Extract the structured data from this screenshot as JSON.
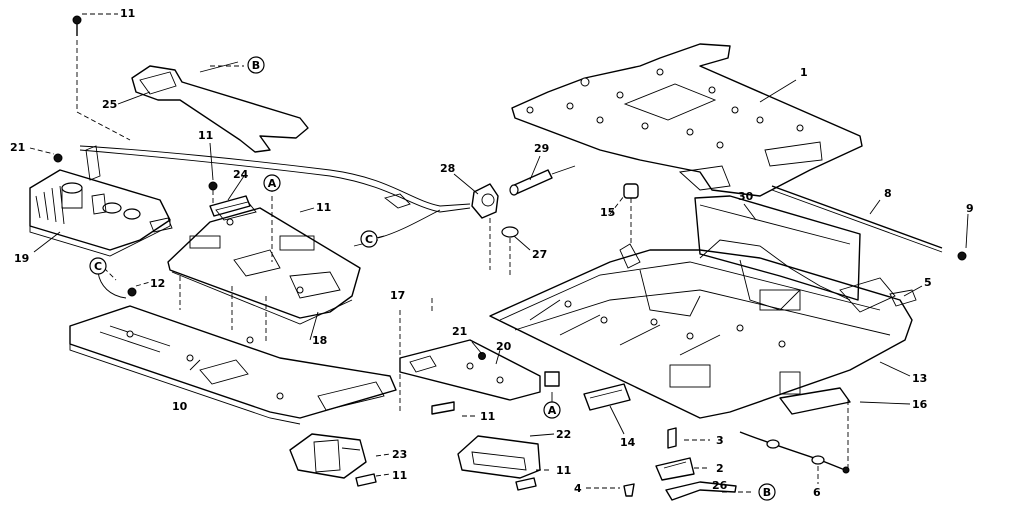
{
  "parts": [
    {
      "num": "1"
    },
    {
      "num": "2"
    },
    {
      "num": "3"
    },
    {
      "num": "4"
    },
    {
      "num": "5"
    },
    {
      "num": "6"
    },
    {
      "num": "8"
    },
    {
      "num": "9"
    },
    {
      "num": "10"
    },
    {
      "num": "11"
    },
    {
      "num": "12"
    },
    {
      "num": "13"
    },
    {
      "num": "14"
    },
    {
      "num": "15"
    },
    {
      "num": "16"
    },
    {
      "num": "17"
    },
    {
      "num": "18"
    },
    {
      "num": "19"
    },
    {
      "num": "20"
    },
    {
      "num": "21"
    },
    {
      "num": "22"
    },
    {
      "num": "23"
    },
    {
      "num": "24"
    },
    {
      "num": "25"
    },
    {
      "num": "26"
    },
    {
      "num": "27"
    },
    {
      "num": "28"
    },
    {
      "num": "29"
    },
    {
      "num": "30"
    }
  ],
  "connectors": [
    {
      "letter": "A"
    },
    {
      "letter": "B"
    },
    {
      "letter": "C"
    }
  ]
}
